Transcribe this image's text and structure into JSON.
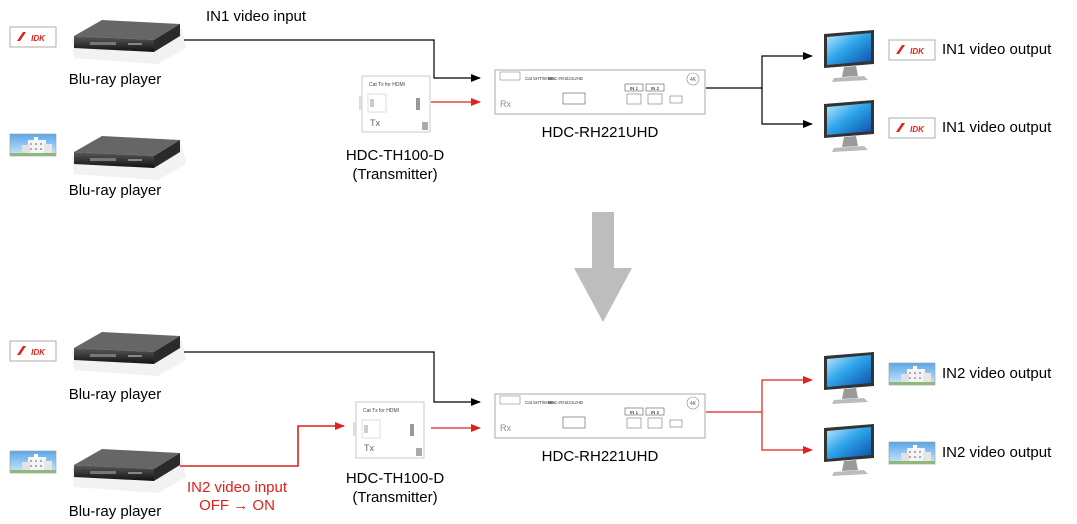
{
  "top": {
    "labels": {
      "in1_input": "IN1 video input",
      "source1": "Blu-ray player",
      "source2": "Blu-ray player",
      "tx_name": "HDC-TH100-D",
      "tx_role": "(Transmitter)",
      "rx_name": "HDC-RH221UHD",
      "out1": "IN1 video output",
      "out2": "IN1 video output"
    }
  },
  "bottom": {
    "labels": {
      "source1": "Blu-ray player",
      "source2": "Blu-ray player",
      "in2_input": "IN2 video input",
      "in2_state": "OFF → ON",
      "tx_name": "HDC-TH100-D",
      "tx_role": "(Transmitter)",
      "rx_name": "HDC-RH221UHD",
      "out1": "IN2 video output",
      "out2": "IN2 video output"
    }
  },
  "logo_text": "IDK",
  "device_text": {
    "rx_model": "HDC-RH221UHD",
    "rx_brand": "Cat 5HT/6HBA",
    "rx_btn1": "IN 1",
    "rx_btn2": "IN 2",
    "rx_rx": "Rx",
    "rx_4k": "4K",
    "tx_tx": "Tx",
    "tx_top": "Cat Tx for HDMI"
  },
  "colors": {
    "red_signal": "#e0201b",
    "black_signal": "#000000",
    "transition_arrow": "#bdbdbd"
  }
}
